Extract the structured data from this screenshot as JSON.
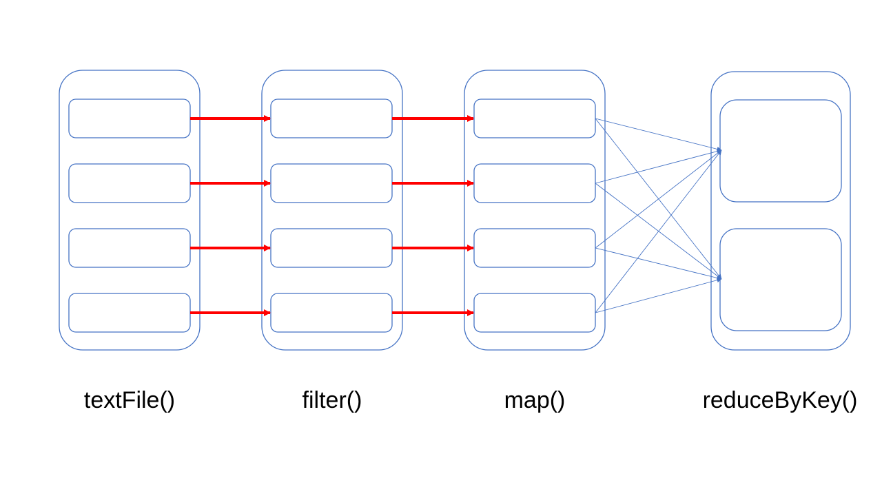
{
  "stages": [
    {
      "id": "textfile",
      "label": "textFile()",
      "partitions": 4
    },
    {
      "id": "filter",
      "label": "filter()",
      "partitions": 4
    },
    {
      "id": "map",
      "label": "map()",
      "partitions": 4
    },
    {
      "id": "reduce",
      "label": "reduceByKey()",
      "partitions": 2
    }
  ],
  "dependencies": {
    "narrow": [
      {
        "from_stage": 0,
        "to_stage": 1,
        "pairs": [
          [
            0,
            0
          ],
          [
            1,
            1
          ],
          [
            2,
            2
          ],
          [
            3,
            3
          ]
        ]
      },
      {
        "from_stage": 1,
        "to_stage": 2,
        "pairs": [
          [
            0,
            0
          ],
          [
            1,
            1
          ],
          [
            2,
            2
          ],
          [
            3,
            3
          ]
        ]
      }
    ],
    "shuffle": [
      {
        "from_stage": 2,
        "to_stage": 3,
        "pairs": [
          [
            0,
            0
          ],
          [
            0,
            1
          ],
          [
            1,
            0
          ],
          [
            1,
            1
          ],
          [
            2,
            0
          ],
          [
            2,
            1
          ],
          [
            3,
            0
          ],
          [
            3,
            1
          ]
        ]
      }
    ]
  },
  "colors": {
    "outline": "#4472C4",
    "narrow_arrow": "#FF0000",
    "shuffle_arrow": "#4472C4",
    "text": "#000000",
    "background": "#FFFFFF"
  }
}
